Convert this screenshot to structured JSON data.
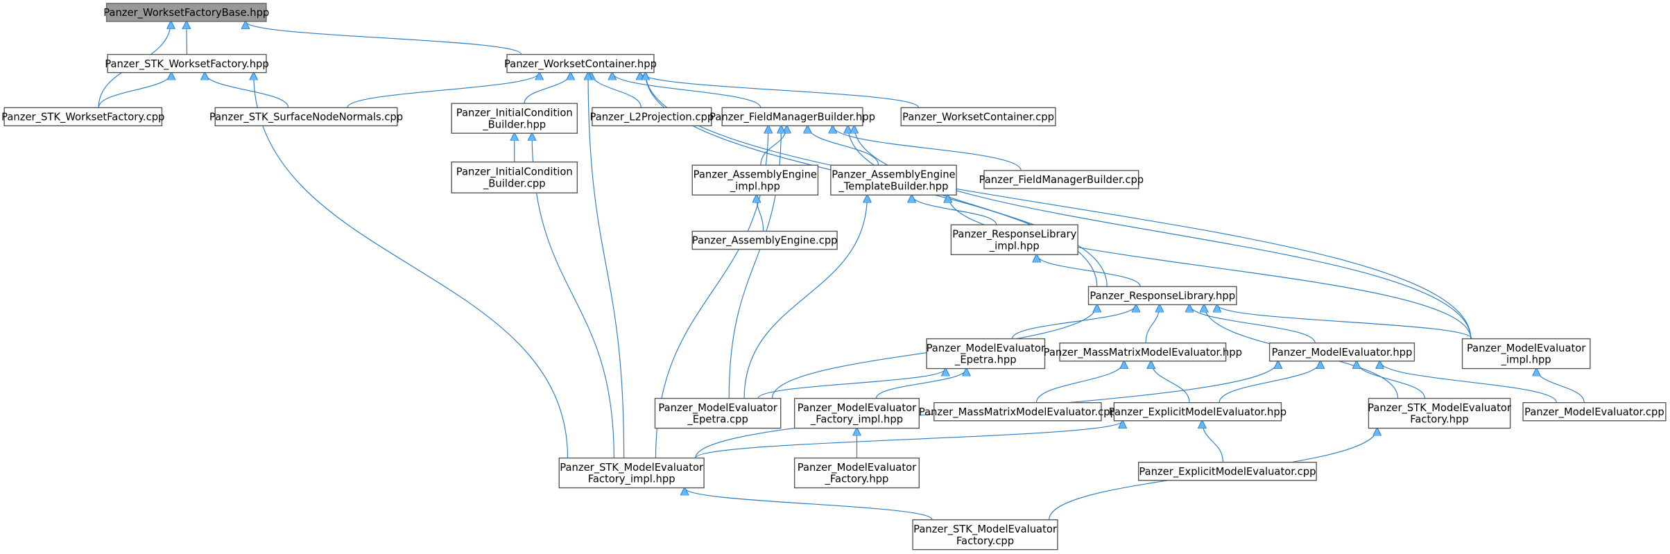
{
  "title": "Panzer_WorksetFactoryBase.hpp",
  "colors": {
    "edge": "#2a7bc0",
    "arrow": "#63b8ff",
    "root_fill": "#999999",
    "node_fill": "#fdfdfb"
  },
  "nodes": [
    {
      "id": 0,
      "lines": [
        "Panzer_WorksetFactoryBase.hpp"
      ]
    },
    {
      "id": 1,
      "lines": [
        "Panzer_STK_WorksetFactory.hpp"
      ]
    },
    {
      "id": 2,
      "lines": [
        "Panzer_WorksetContainer.hpp"
      ]
    },
    {
      "id": 3,
      "lines": [
        "Panzer_STK_WorksetFactory.cpp"
      ]
    },
    {
      "id": 4,
      "lines": [
        "Panzer_STK_SurfaceNodeNormals.cpp"
      ]
    },
    {
      "id": 5,
      "lines": [
        "Panzer_InitialCondition",
        "_Builder.hpp"
      ]
    },
    {
      "id": 6,
      "lines": [
        "Panzer_L2Projection.cpp"
      ]
    },
    {
      "id": 7,
      "lines": [
        "Panzer_FieldManagerBuilder.hpp"
      ]
    },
    {
      "id": 8,
      "lines": [
        "Panzer_WorksetContainer.cpp"
      ]
    },
    {
      "id": 9,
      "lines": [
        "Panzer_InitialCondition",
        "_Builder.cpp"
      ]
    },
    {
      "id": 10,
      "lines": [
        "Panzer_AssemblyEngine",
        "_impl.hpp"
      ]
    },
    {
      "id": 11,
      "lines": [
        "Panzer_AssemblyEngine",
        "_TemplateBuilder.hpp"
      ]
    },
    {
      "id": 12,
      "lines": [
        "Panzer_FieldManagerBuilder.cpp"
      ]
    },
    {
      "id": 13,
      "lines": [
        "Panzer_AssemblyEngine.cpp"
      ]
    },
    {
      "id": 14,
      "lines": [
        "Panzer_ResponseLibrary",
        "_impl.hpp"
      ]
    },
    {
      "id": 15,
      "lines": [
        "Panzer_ResponseLibrary.hpp"
      ]
    },
    {
      "id": 16,
      "lines": [
        "Panzer_ModelEvaluator",
        "_Epetra.hpp"
      ]
    },
    {
      "id": 17,
      "lines": [
        "Panzer_MassMatrixModelEvaluator.hpp"
      ]
    },
    {
      "id": 18,
      "lines": [
        "Panzer_ModelEvaluator.hpp"
      ]
    },
    {
      "id": 19,
      "lines": [
        "Panzer_ModelEvaluator",
        "_impl.hpp"
      ]
    },
    {
      "id": 20,
      "lines": [
        "Panzer_ModelEvaluator",
        "_Epetra.cpp"
      ]
    },
    {
      "id": 21,
      "lines": [
        "Panzer_ModelEvaluator",
        "_Factory_impl.hpp"
      ]
    },
    {
      "id": 22,
      "lines": [
        "Panzer_MassMatrixModelEvaluator.cpp"
      ]
    },
    {
      "id": 23,
      "lines": [
        "Panzer_ExplicitModelEvaluator.hpp"
      ]
    },
    {
      "id": 24,
      "lines": [
        "Panzer_STK_ModelEvaluator",
        "Factory.hpp"
      ]
    },
    {
      "id": 25,
      "lines": [
        "Panzer_ModelEvaluator.cpp"
      ]
    },
    {
      "id": 26,
      "lines": [
        "Panzer_STK_ModelEvaluator",
        "Factory_impl.hpp"
      ]
    },
    {
      "id": 27,
      "lines": [
        "Panzer_ModelEvaluator",
        "_Factory.hpp"
      ]
    },
    {
      "id": 28,
      "lines": [
        "Panzer_ExplicitModelEvaluator.cpp"
      ]
    },
    {
      "id": 29,
      "lines": [
        "Panzer_STK_ModelEvaluator",
        "Factory.cpp"
      ]
    }
  ],
  "edges": [
    [
      3,
      0
    ],
    [
      1,
      0
    ],
    [
      2,
      0
    ],
    [
      3,
      1
    ],
    [
      4,
      1
    ],
    [
      26,
      1
    ],
    [
      4,
      2
    ],
    [
      5,
      2
    ],
    [
      6,
      2
    ],
    [
      7,
      2
    ],
    [
      8,
      2
    ],
    [
      15,
      2
    ],
    [
      19,
      2
    ],
    [
      26,
      2
    ],
    [
      9,
      5
    ],
    [
      26,
      5
    ],
    [
      10,
      7
    ],
    [
      11,
      7
    ],
    [
      12,
      7
    ],
    [
      15,
      7
    ],
    [
      19,
      7
    ],
    [
      20,
      7
    ],
    [
      26,
      7
    ],
    [
      13,
      10
    ],
    [
      14,
      11
    ],
    [
      20,
      11
    ],
    [
      19,
      11
    ],
    [
      15,
      14
    ],
    [
      16,
      15
    ],
    [
      17,
      15
    ],
    [
      18,
      15
    ],
    [
      19,
      15
    ],
    [
      20,
      15
    ],
    [
      24,
      15
    ],
    [
      20,
      16
    ],
    [
      21,
      16
    ],
    [
      22,
      17
    ],
    [
      23,
      17
    ],
    [
      23,
      18
    ],
    [
      24,
      18
    ],
    [
      25,
      18
    ],
    [
      26,
      18
    ],
    [
      25,
      19
    ],
    [
      27,
      21
    ],
    [
      26,
      23
    ],
    [
      28,
      23
    ],
    [
      29,
      24
    ],
    [
      29,
      26
    ]
  ]
}
